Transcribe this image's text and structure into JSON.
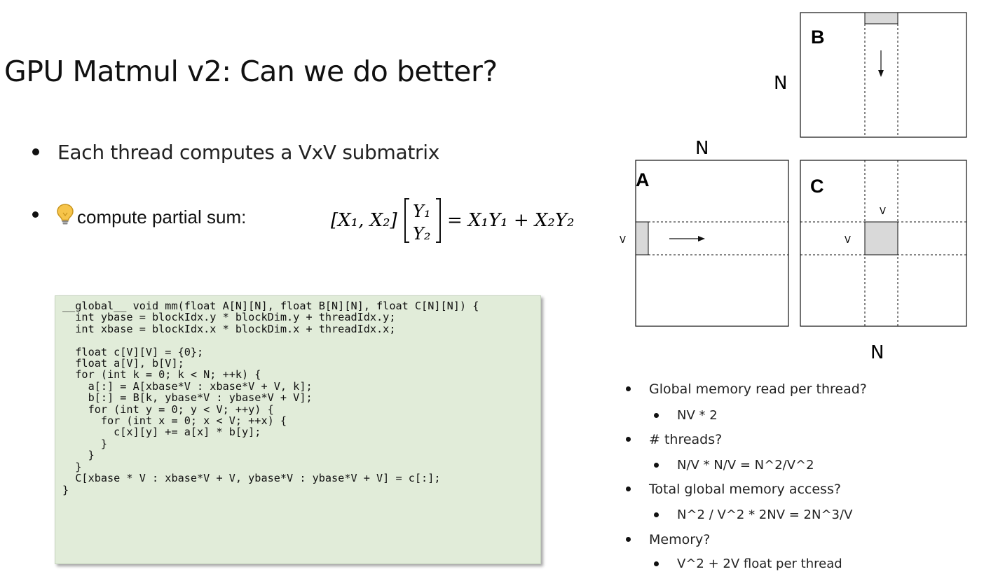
{
  "slide": {
    "title": "GPU Matmul v2: Can we do better?",
    "bullets": [
      {
        "text": "Each thread computes a VxV submatrix"
      },
      {
        "label": "compute partial sum: ",
        "icon": "lightbulb-icon",
        "math": {
          "lhs": "[X₁, X₂]",
          "y_top": "Y₁",
          "y_bottom": "Y₂",
          "rhs": "= X₁Y₁ + X₂Y₂"
        }
      }
    ],
    "code_lines": [
      "__global__ void mm(float A[N][N], float B[N][N], float C[N][N]) {",
      "  int ybase = blockIdx.y * blockDim.y + threadIdx.y;",
      "  int xbase = blockIdx.x * blockDim.x + threadIdx.x;",
      "",
      "  float c[V][V] = {0};",
      "  float a[V], b[V];",
      "  for (int k = 0; k < N; ++k) {",
      "    a[:] = A[xbase*V : xbase*V + V, k];",
      "    b[:] = B[k, ybase*V : ybase*V + V];",
      "    for (int y = 0; y < V; ++y) {",
      "      for (int x = 0; x < V; ++x) {",
      "        c[x][y] += a[x] * b[y];",
      "      }",
      "    }",
      "  }",
      "  C[xbase * V : xbase*V + V, ybase*V : ybase*V + V] = c[:];",
      "}"
    ],
    "diagram": {
      "label_b": "B",
      "label_a": "A",
      "label_c": "C",
      "n_left_of_b": "N",
      "n_top_of_a": "N",
      "n_bottom_of_c": "N",
      "v_a": "V",
      "v_c_top": "V",
      "v_c_left": "V",
      "highlight_color": "#d9d9d9"
    },
    "questions": [
      {
        "q": "Global memory read per thread?",
        "a": "NV * 2"
      },
      {
        "q": "# threads?",
        "a": "N/V * N/V = N^2/V^2"
      },
      {
        "q": "Total global memory access?",
        "a": "N^2 / V^2 * 2NV = 2N^3/V"
      },
      {
        "q": "Memory?",
        "a": "V^2 + 2V float per thread"
      }
    ]
  }
}
